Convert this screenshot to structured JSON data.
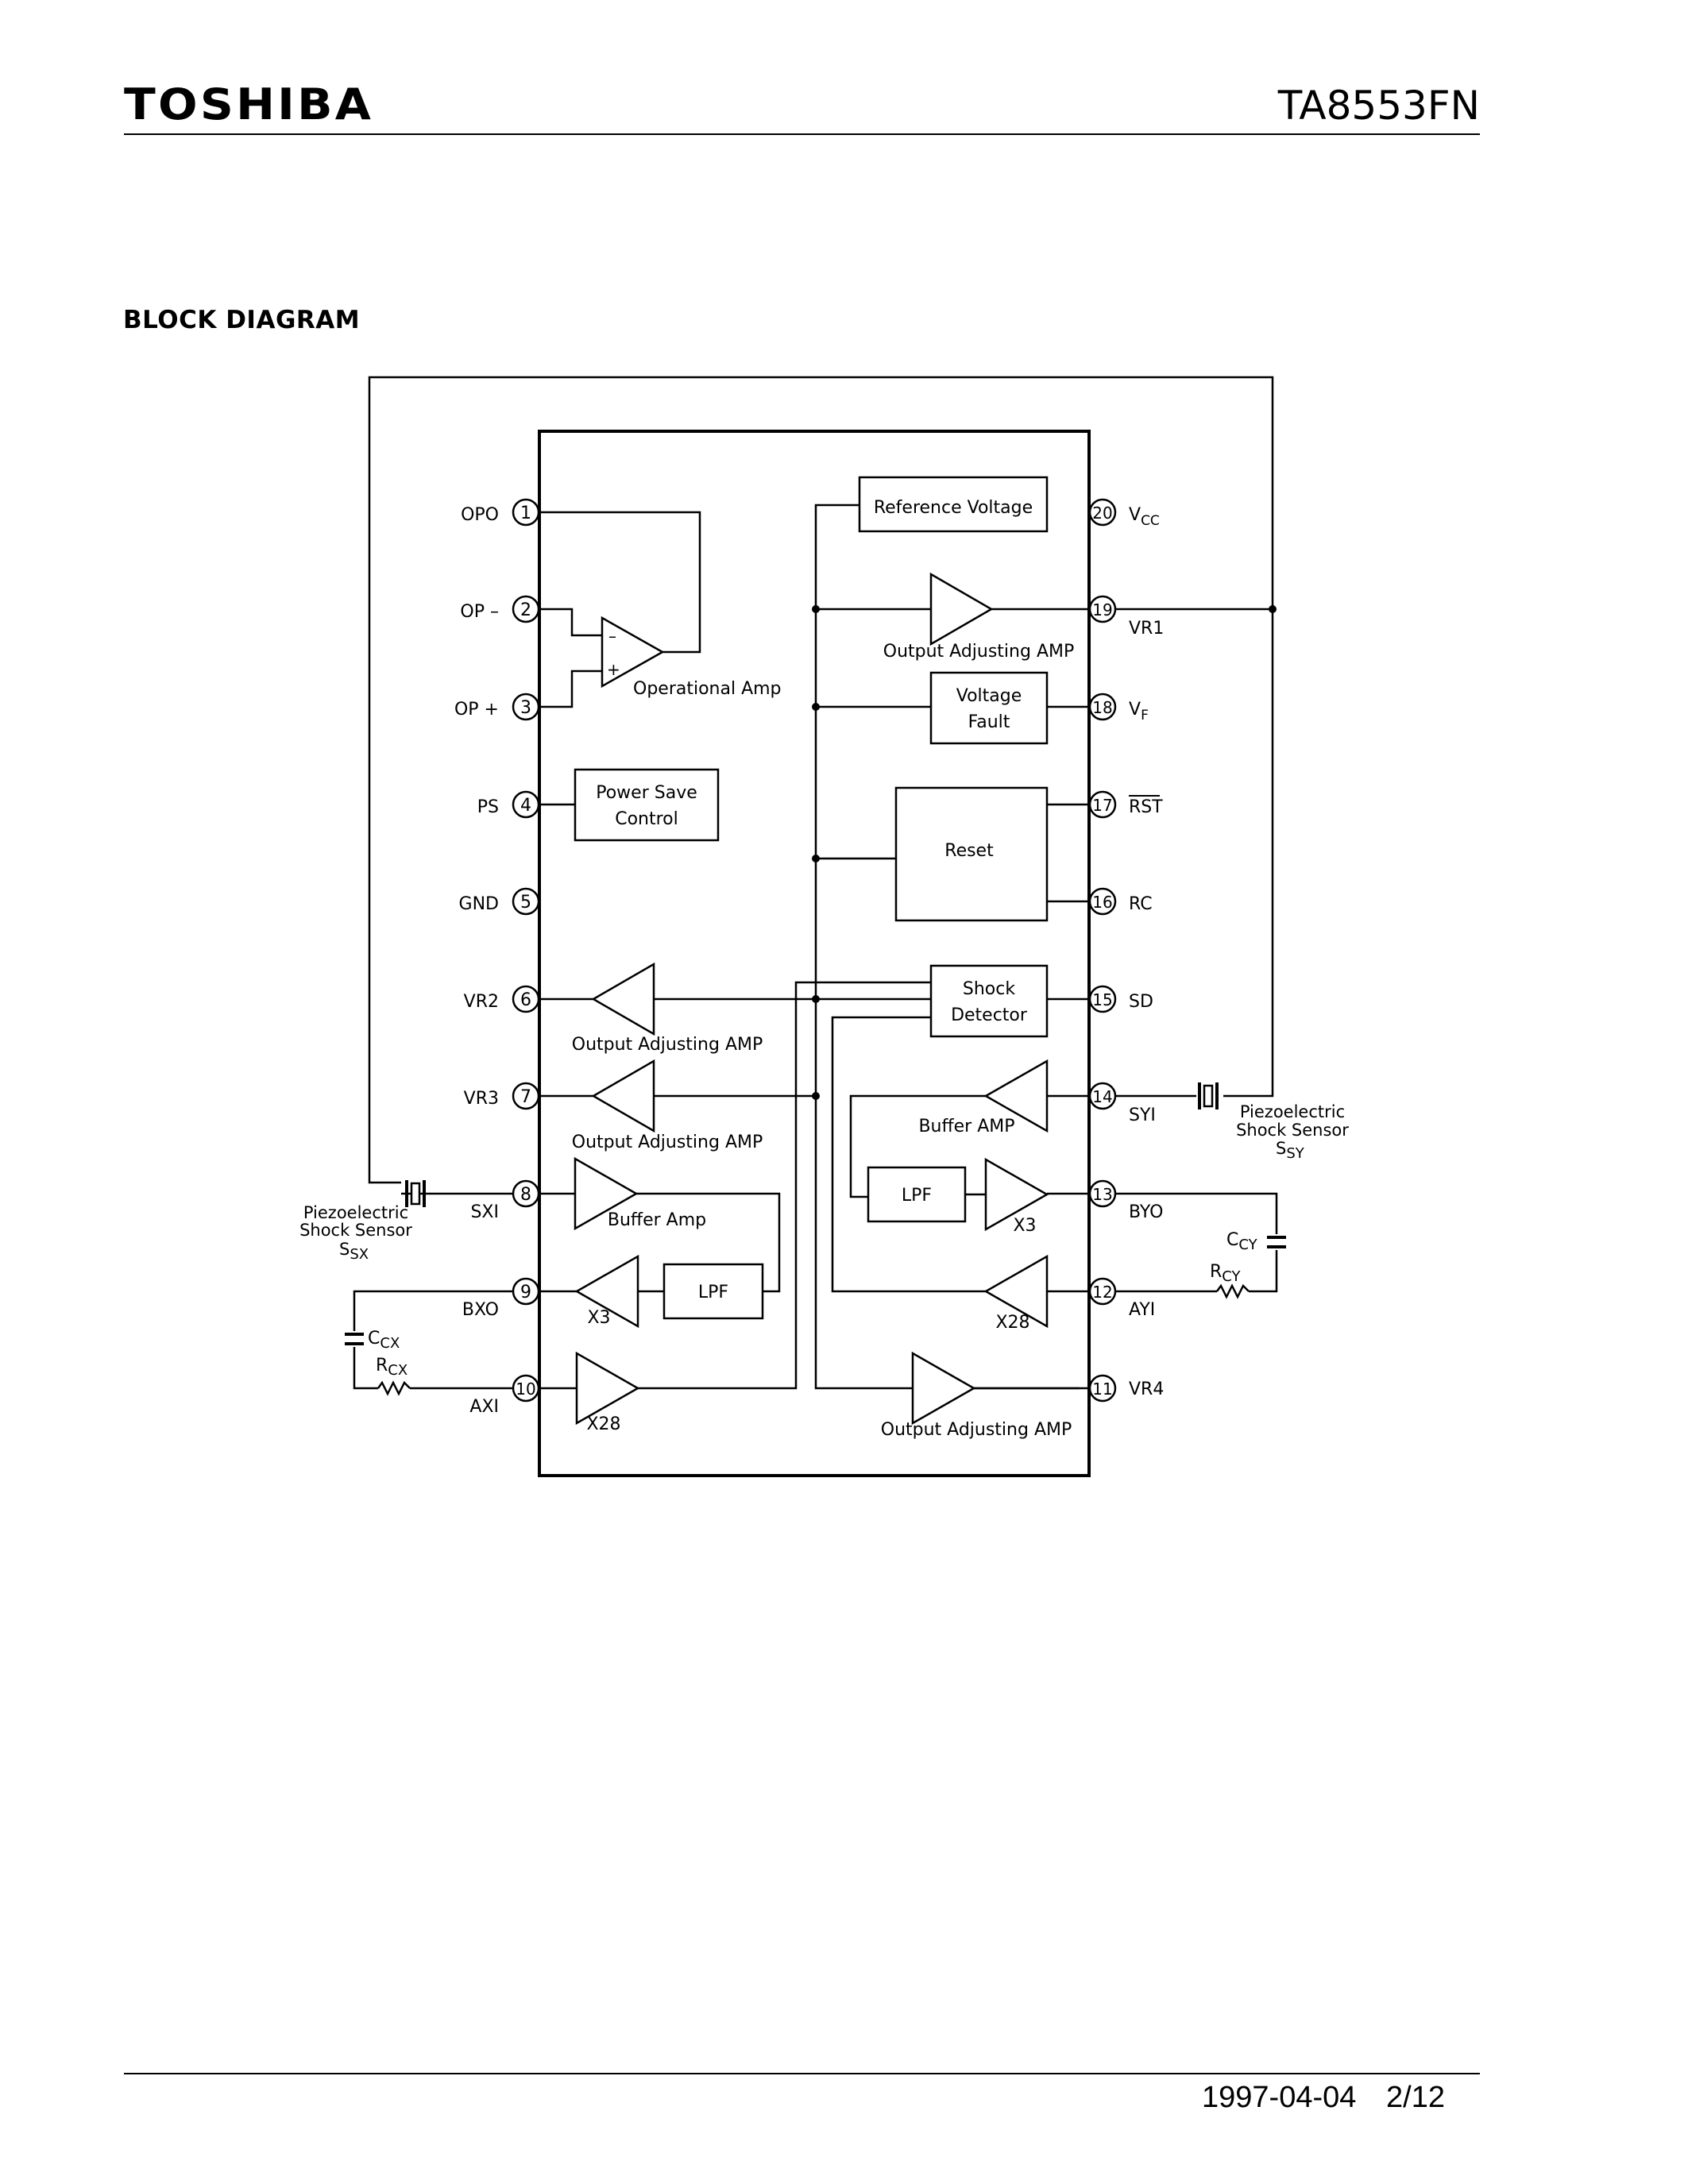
{
  "header": {
    "brand": "TOSHIBA",
    "part_number": "TA8553FN"
  },
  "section_title": "BLOCK DIAGRAM",
  "pins_left": [
    {
      "num": "1",
      "label": "OPO"
    },
    {
      "num": "2",
      "label": "OP –"
    },
    {
      "num": "3",
      "label": "OP +"
    },
    {
      "num": "4",
      "label": "PS"
    },
    {
      "num": "5",
      "label": "GND"
    },
    {
      "num": "6",
      "label": "VR2"
    },
    {
      "num": "7",
      "label": "VR3"
    },
    {
      "num": "8",
      "label": "SXI"
    },
    {
      "num": "9",
      "label": "BXO"
    },
    {
      "num": "10",
      "label": "AXI"
    }
  ],
  "pins_right": [
    {
      "num": "20",
      "label": "V",
      "sub": "CC"
    },
    {
      "num": "19",
      "label": "VR1"
    },
    {
      "num": "18",
      "label": "V",
      "sub": "F"
    },
    {
      "num": "17",
      "label": "RST",
      "overline": true
    },
    {
      "num": "16",
      "label": "RC"
    },
    {
      "num": "15",
      "label": "SD"
    },
    {
      "num": "14",
      "label": "SYI"
    },
    {
      "num": "13",
      "label": "BYO"
    },
    {
      "num": "12",
      "label": "AYI"
    },
    {
      "num": "11",
      "label": "VR4"
    }
  ],
  "blocks": {
    "reference_voltage": "Reference Voltage",
    "voltage_fault": [
      "Voltage",
      "Fault"
    ],
    "reset": "Reset",
    "power_save": [
      "Power Save",
      "Control"
    ],
    "shock_detector": [
      "Shock",
      "Detector"
    ],
    "lpf_x": "LPF",
    "lpf_y": "LPF"
  },
  "amp_labels": {
    "op_amp": "Operational Amp",
    "vr1_amp": "Output Adjusting AMP",
    "vr2_amp": "Output Adjusting AMP",
    "vr3_amp": "Output Adjusting AMP",
    "vr4_amp": "Output Adjusting AMP",
    "buffer_x": "Buffer Amp",
    "buffer_y": "Buffer AMP",
    "x3_x": "X3",
    "x28_x": "X28",
    "x3_y": "X3",
    "x28_y": "X28",
    "minus": "–",
    "plus": "+"
  },
  "external": {
    "sensor_x": [
      "Piezoelectric",
      "Shock Sensor"
    ],
    "sensor_x_sym": "S",
    "sensor_x_sub": "SX",
    "sensor_y": [
      "Piezoelectric",
      "Shock Sensor"
    ],
    "sensor_y_sym": "S",
    "sensor_y_sub": "SY",
    "ccx": "C",
    "ccx_sub": "CX",
    "rcx": "R",
    "rcx_sub": "CX",
    "ccy": "C",
    "ccy_sub": "CY",
    "rcy": "R",
    "rcy_sub": "CY"
  },
  "footer": {
    "date": "1997-04-04",
    "page": "2/12"
  }
}
